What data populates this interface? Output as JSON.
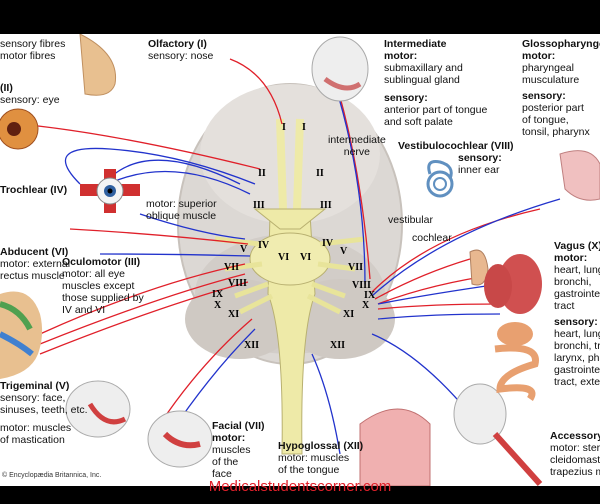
{
  "labels": {
    "trigeminal_top_a": "sensory fibres",
    "trigeminal_top_b": "motor fibres",
    "optic_title": "(II)",
    "optic_body": "sensory: eye",
    "olfactory_title": "Olfactory (I)",
    "olfactory_body": "sensory: nose",
    "intermediate_title": "Intermediate",
    "intermediate_l1": "motor:",
    "intermediate_l2": "submaxillary and",
    "intermediate_l3": "sublingual gland",
    "intermediate_l4": "sensory:",
    "intermediate_l5": "anterior part of tongue",
    "intermediate_l6": "and soft palate",
    "glosso_title": "Glossopharyngeal",
    "glosso_l1": "motor:",
    "glosso_l2": "pharyngeal",
    "glosso_l3": "musculature",
    "glosso_l4": "sensory:",
    "glosso_l5": "posterior part",
    "glosso_l6": "of tongue,",
    "glosso_l7": "tonsil, pharynx",
    "intermediate_nerve_1": "intermediate",
    "intermediate_nerve_2": "nerve",
    "vestibulo_title": "Vestibulocochlear (VIII)",
    "vestibulo_l1": "sensory:",
    "vestibulo_l2": "inner ear",
    "vestibular": "vestibular",
    "cochlear": "cochlear",
    "trochlear_title": "Trochlear (IV)",
    "trochlear_l1": "motor: superior",
    "trochlear_l2": "oblique muscle",
    "abducent_title": "Abducent (VI)",
    "abducent_l1": "motor: external",
    "abducent_l2": "rectus muscle",
    "oculomotor_title": "Oculomotor (III)",
    "oculomotor_l1": "motor: all eye",
    "oculomotor_l2": "muscles except",
    "oculomotor_l3": "those supplied by",
    "oculomotor_l4": "IV and VI",
    "vagus_title": "Vagus (X)",
    "vagus_l1": "motor:",
    "vagus_l2": "heart, lungs,",
    "vagus_l3": "bronchi,",
    "vagus_l4": "gastrointestinal",
    "vagus_l5": "tract",
    "vagus_l6": "sensory:",
    "vagus_l7": "heart, lungs,",
    "vagus_l8": "bronchi, trachea,",
    "vagus_l9": "larynx, pharynx,",
    "vagus_l10": "gastrointestinal",
    "vagus_l11": "tract, external ear",
    "trigeminal_title": "Trigeminal (V)",
    "trigeminal_l1": "sensory: face,",
    "trigeminal_l2": "sinuses, teeth, etc.",
    "trigeminal_l3": "motor: muscles",
    "trigeminal_l4": "of mastication",
    "facial_title": "Facial (VII)",
    "facial_l1": "motor:",
    "facial_l2": "muscles",
    "facial_l3": "of the",
    "facial_l4": "face",
    "hypoglossal_title": "Hypoglossal (XII)",
    "hypoglossal_l1": "motor: muscles",
    "hypoglossal_l2": "of the tongue",
    "accessory_title": "Accessory (XI)",
    "accessory_l1": "motor: sternocleido-",
    "accessory_l2": "cleidomastoid and",
    "accessory_l3": "trapezius muscles"
  },
  "numerals": {
    "I": "I",
    "II": "II",
    "III": "III",
    "IV": "IV",
    "V": "V",
    "VI": "VI",
    "VII": "VII",
    "VIII": "VIII",
    "IX": "IX",
    "X": "X",
    "XI": "XI",
    "XII": "XII"
  },
  "credit": "© Encyclopædia Britannica, Inc.",
  "site": "Medicalstudentscorner.com",
  "colors": {
    "sensory": "#e0202a",
    "motor": "#2233cc",
    "nerve": "#e8e49a",
    "brain": "#d8d4d0"
  }
}
